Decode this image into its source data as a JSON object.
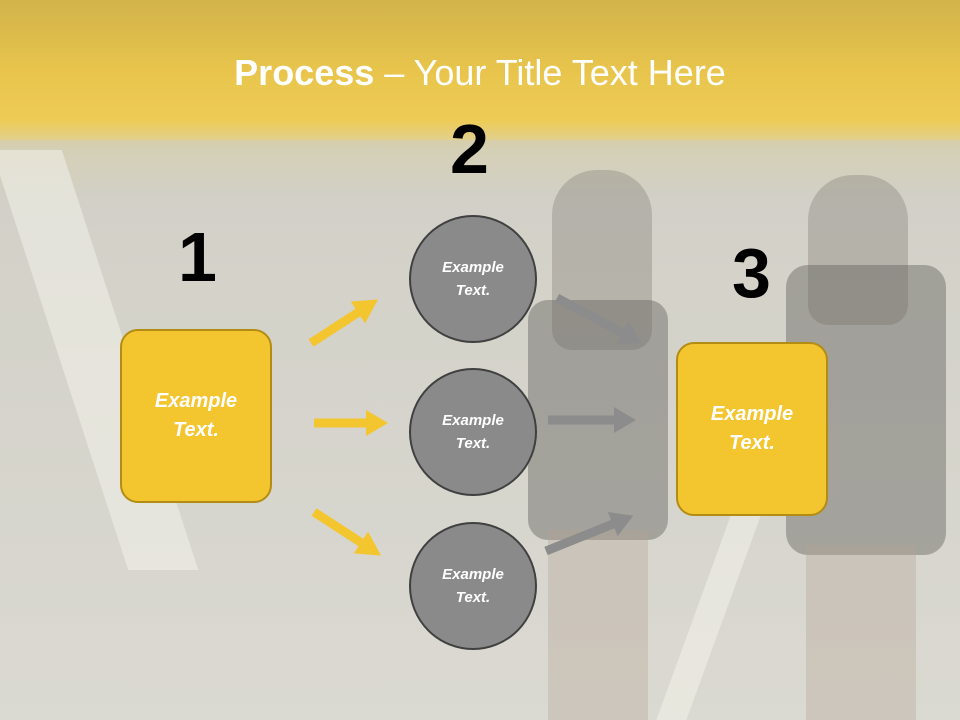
{
  "title": {
    "bold": "Process",
    "rest": " – Your Title Text Here"
  },
  "steps": [
    {
      "number": "1"
    },
    {
      "number": "2"
    },
    {
      "number": "3"
    }
  ],
  "box_left": {
    "line1": "Example",
    "line2": "Text."
  },
  "circles": [
    {
      "line1": "Example",
      "line2": "Text."
    },
    {
      "line1": "Example",
      "line2": "Text."
    },
    {
      "line1": "Example",
      "line2": "Text."
    }
  ],
  "box_right": {
    "line1": "Example",
    "line2": "Text."
  },
  "colors": {
    "accent": "#f3c630",
    "circle": "#8a8a8a",
    "arrow_yellow": "#f3c630",
    "arrow_gray": "#8c8c8c"
  }
}
